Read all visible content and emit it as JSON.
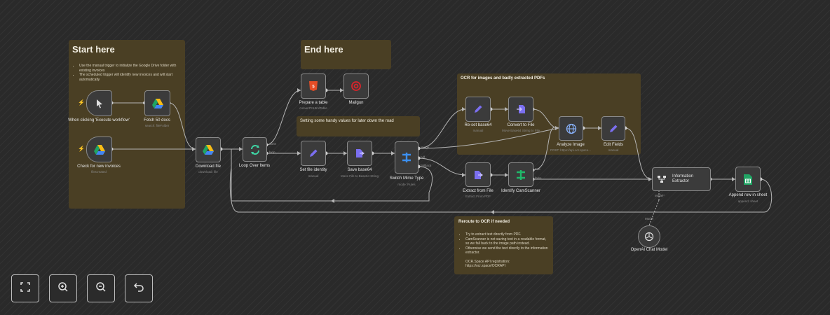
{
  "notes": {
    "start": {
      "title": "Start here",
      "bullets": [
        "Use the manual trigger to initialize the Google Drive folder with existing invoices",
        "The scheduled trigger will identify new invoices and will start automatically"
      ]
    },
    "end": {
      "title": "End here"
    },
    "handy": {
      "title": "Setting some handy values for later down the road"
    },
    "ocr": {
      "title": "OCR for images and badly extracted PDFs"
    },
    "reroute": {
      "title": "Reroute to OCR if needed",
      "bullets": [
        "Try to extract text directly from PDF.",
        "CamScanner is not saving text in a readable format, so we fall back to the image path instead.",
        "Otherwise we send the text directly to the information extractor."
      ],
      "registration_label": "OCR.Space API registration:",
      "registration_link": "https://ocr.space/OCRAPI"
    }
  },
  "nodes": {
    "manual_trigger": {
      "label": "When clicking 'Execute workflow'",
      "icon": "cursor-icon"
    },
    "fetch_docs": {
      "label": "Fetch 50 docs",
      "sub": "search: fileFolder",
      "icon": "google-drive-icon"
    },
    "check_invoices": {
      "label": "Check for new invoices",
      "sub": "fileCreated",
      "icon": "google-drive-icon"
    },
    "download_file": {
      "label": "Download file",
      "sub": "download: file",
      "icon": "google-drive-icon"
    },
    "loop_items": {
      "label": "Loop Over Items",
      "icon": "loop-icon",
      "ports": [
        "done",
        "loop"
      ]
    },
    "prepare_table": {
      "label": "Prepare a table",
      "sub": "convertToHtmlTable",
      "icon": "html-icon"
    },
    "mailgun": {
      "label": "Mailgun",
      "icon": "mailgun-icon"
    },
    "set_identity": {
      "label": "Set file identity",
      "sub": "manual",
      "icon": "pencil-icon"
    },
    "save_base64": {
      "label": "Save base64",
      "sub": "Move File to Base64 String",
      "icon": "file-convert-icon"
    },
    "switch_mime": {
      "label": "Switch Mime Type",
      "sub": "mode: Rules",
      "icon": "switch-icon",
      "ports": [
        "image",
        "pdf",
        "fallback"
      ]
    },
    "reset_base64": {
      "label": "Re-set base64",
      "sub": "manual",
      "icon": "pencil-icon"
    },
    "convert_file": {
      "label": "Convert to File",
      "sub": "Move Base64 String to File",
      "icon": "file-arrow-icon"
    },
    "analyze_image": {
      "label": "Analyze Image",
      "sub": "POST: https://api.ocr.space...",
      "icon": "globe-icon"
    },
    "edit_fields": {
      "label": "Edit Fields",
      "sub": "manual",
      "icon": "pencil-icon"
    },
    "extract_pdf": {
      "label": "Extract from File",
      "sub": "Extract From PDF",
      "icon": "file-convert-icon"
    },
    "identify_cam": {
      "label": "Identify CamScanner",
      "icon": "switch-icon",
      "ports": [
        "true",
        "false"
      ]
    },
    "info_extractor": {
      "label": "Information Extractor",
      "icon": "extractor-icon",
      "port": "Model*"
    },
    "append_sheet": {
      "label": "Append row in sheet",
      "sub": "append: sheet",
      "icon": "sheets-icon"
    },
    "openai_model": {
      "label": "OpenAI Chat Model",
      "icon": "openai-icon",
      "port": "Model"
    }
  },
  "controls": {
    "fit": "fit-view-icon",
    "zoom_in": "zoom-in-icon",
    "zoom_out": "zoom-out-icon",
    "undo": "undo-icon"
  },
  "colors": {
    "canvas": "#2a2a2a",
    "note": "#4a3f24",
    "node_bg": "#3b3b3b",
    "node_border": "#8a8a8a",
    "edge": "#b5b5b5",
    "trigger": "#ff6d3a",
    "edit_purple": "#7b6ff0",
    "switch_green": "#20b86a",
    "mailgun_red": "#d9242a"
  }
}
